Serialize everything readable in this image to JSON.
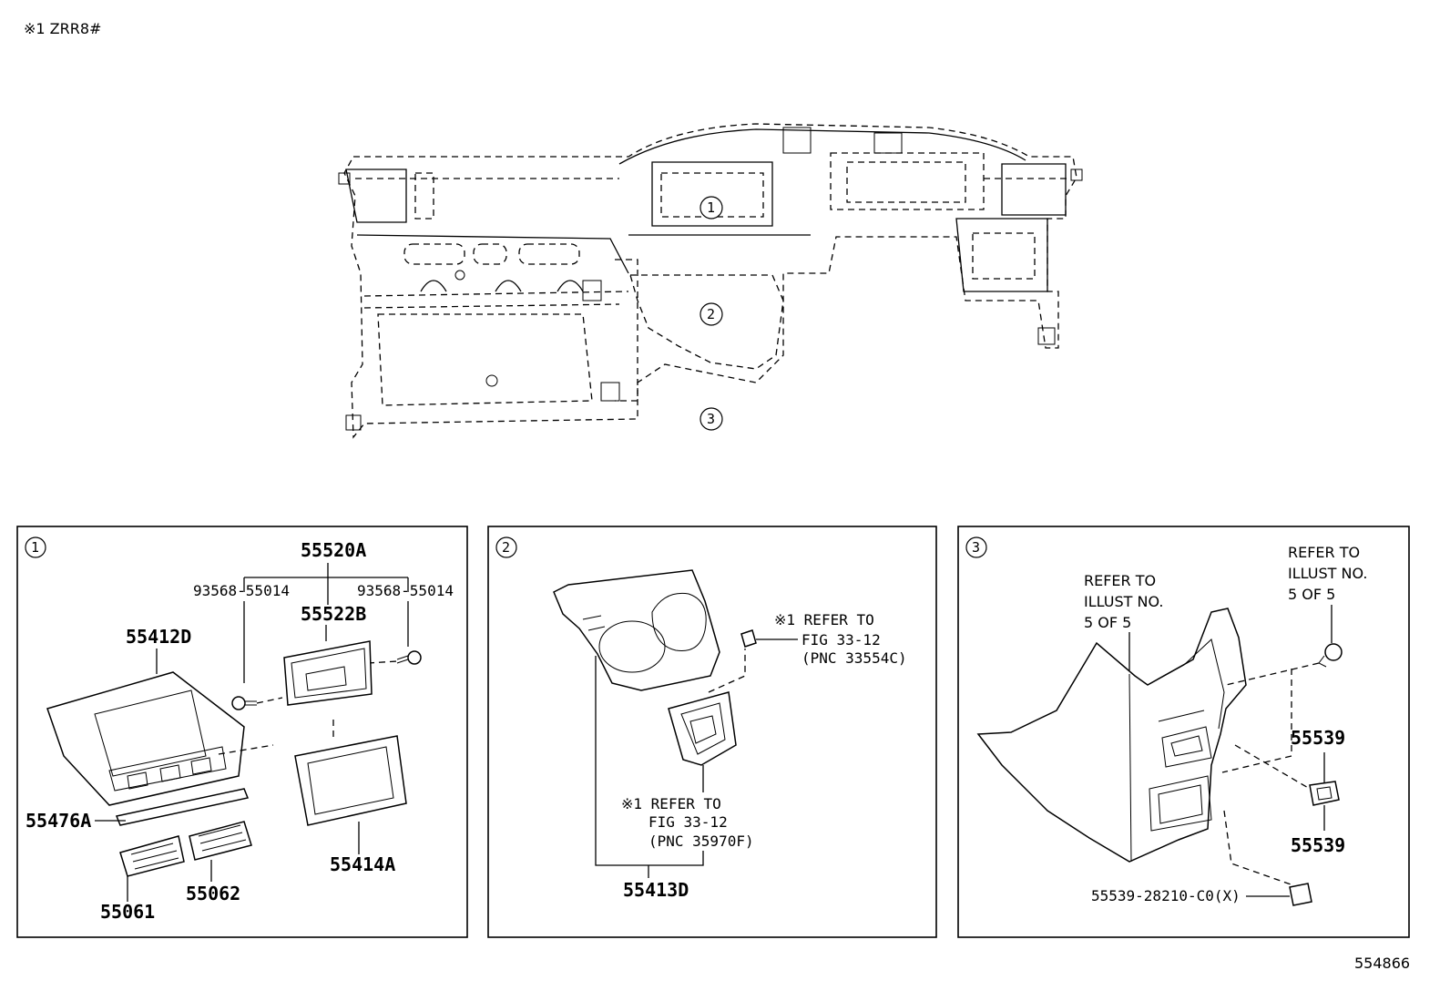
{
  "header_note": "※1 ZRR8#",
  "figure_id": "554866",
  "overview": {
    "circle_1": "1",
    "circle_2": "2",
    "circle_3": "3"
  },
  "panel1": {
    "number": "1",
    "labels": {
      "p55520A": "55520A",
      "p93568_left": "93568-55014",
      "p93568_right": "93568-55014",
      "p55522B": "55522B",
      "p55412D": "55412D",
      "p55476A": "55476A",
      "p55414A": "55414A",
      "p55061": "55061",
      "p55062": "55062"
    }
  },
  "panel2": {
    "number": "2",
    "ref_top": {
      "line1": "※1 REFER TO",
      "line2": "FIG 33-12",
      "line3": "(PNC 33554C)"
    },
    "ref_bottom": {
      "line1": "※1 REFER TO",
      "line2": "FIG 33-12",
      "line3": "(PNC 35970F)"
    },
    "p55413D": "55413D"
  },
  "panel3": {
    "number": "3",
    "ref_left": {
      "line1": "REFER TO",
      "line2": "ILLUST NO.",
      "line3": "5 OF 5"
    },
    "ref_right": {
      "line1": "REFER TO",
      "line2": "ILLUST NO.",
      "line3": "5 OF 5"
    },
    "p55539_top": "55539",
    "p55539_bottom": "55539",
    "p55539_full": "55539-28210-C0(X)"
  }
}
